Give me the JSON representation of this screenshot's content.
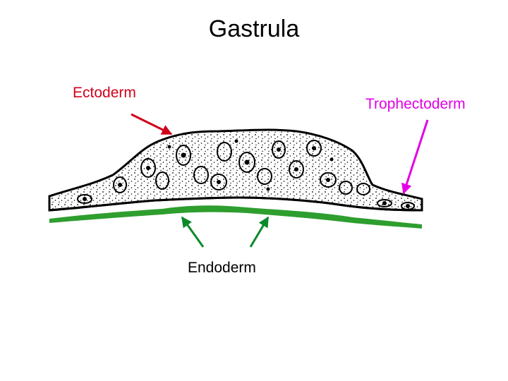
{
  "title": "Gastrula",
  "labels": {
    "ectoderm": "Ectoderm",
    "trophectoderm": "Trophectoderm",
    "endoderm": "Endoderm"
  },
  "colors": {
    "ectoderm": "#d0021b",
    "trophectoderm": "#e400e4",
    "endoderm": "#0a8a2a",
    "endoderm_layer": "#2e9e2e",
    "cells": "#000000"
  }
}
